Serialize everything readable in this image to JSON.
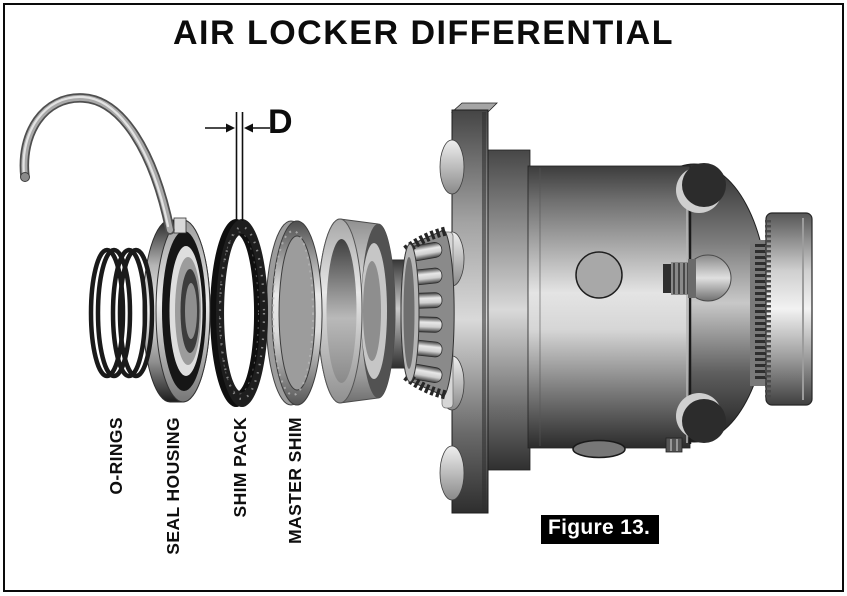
{
  "title": "AIR LOCKER DIFFERENTIAL",
  "figure_label": "Figure 13.",
  "dimension": {
    "label": "D"
  },
  "parts": [
    {
      "id": "o-rings",
      "label": "O-RINGS"
    },
    {
      "id": "seal-housing",
      "label": "SEAL HOUSING"
    },
    {
      "id": "shim-pack",
      "label": "SHIM PACK"
    },
    {
      "id": "master-shim",
      "label": "MASTER SHIM"
    }
  ],
  "colors": {
    "ink": "#0c0c0c",
    "background": "#ffffff",
    "figure_box_bg": "#000000",
    "figure_box_text": "#ffffff",
    "metal_light": "#e6e6e6",
    "metal_mid": "#9a9a9a",
    "metal_dark": "#333333"
  }
}
